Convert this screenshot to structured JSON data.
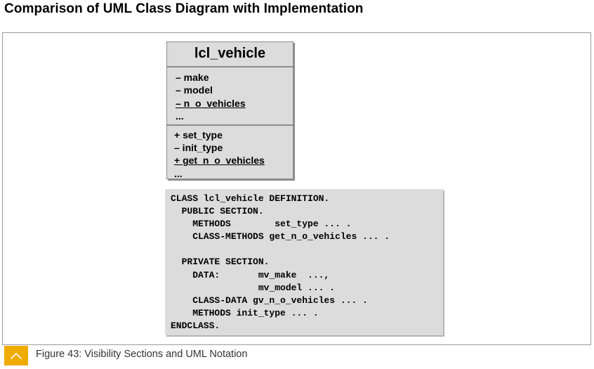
{
  "page": {
    "title": "Comparison of UML Class Diagram with Implementation"
  },
  "uml_class": {
    "name": "lcl_vehicle",
    "attributes": [
      {
        "text": "– make",
        "static": false
      },
      {
        "text": "– model",
        "static": false
      },
      {
        "text": "– n_o_vehicles",
        "static": true
      },
      {
        "text": "...",
        "static": false
      }
    ],
    "methods": [
      {
        "text": "+ set_type",
        "static": false
      },
      {
        "text": "– init_type",
        "static": false
      },
      {
        "text": "+ get_n_o_vehicles",
        "static": true
      },
      {
        "text": "...",
        "static": false
      }
    ]
  },
  "code": {
    "lines": [
      "CLASS lcl_vehicle DEFINITION.",
      "  PUBLIC SECTION.",
      "    METHODS        set_type ... .",
      "    CLASS-METHODS get_n_o_vehicles ... .",
      "",
      "  PRIVATE SECTION.",
      "    DATA:       mv_make  ...,",
      "                mv_model ... .",
      "    CLASS-DATA gv_n_o_vehicles ... .",
      "    METHODS init_type ... .",
      "ENDCLASS."
    ]
  },
  "caption": {
    "icon": "chevron-up-icon",
    "icon_color": "#f0ab00",
    "text": "Figure 43: Visibility Sections and UML Notation"
  }
}
